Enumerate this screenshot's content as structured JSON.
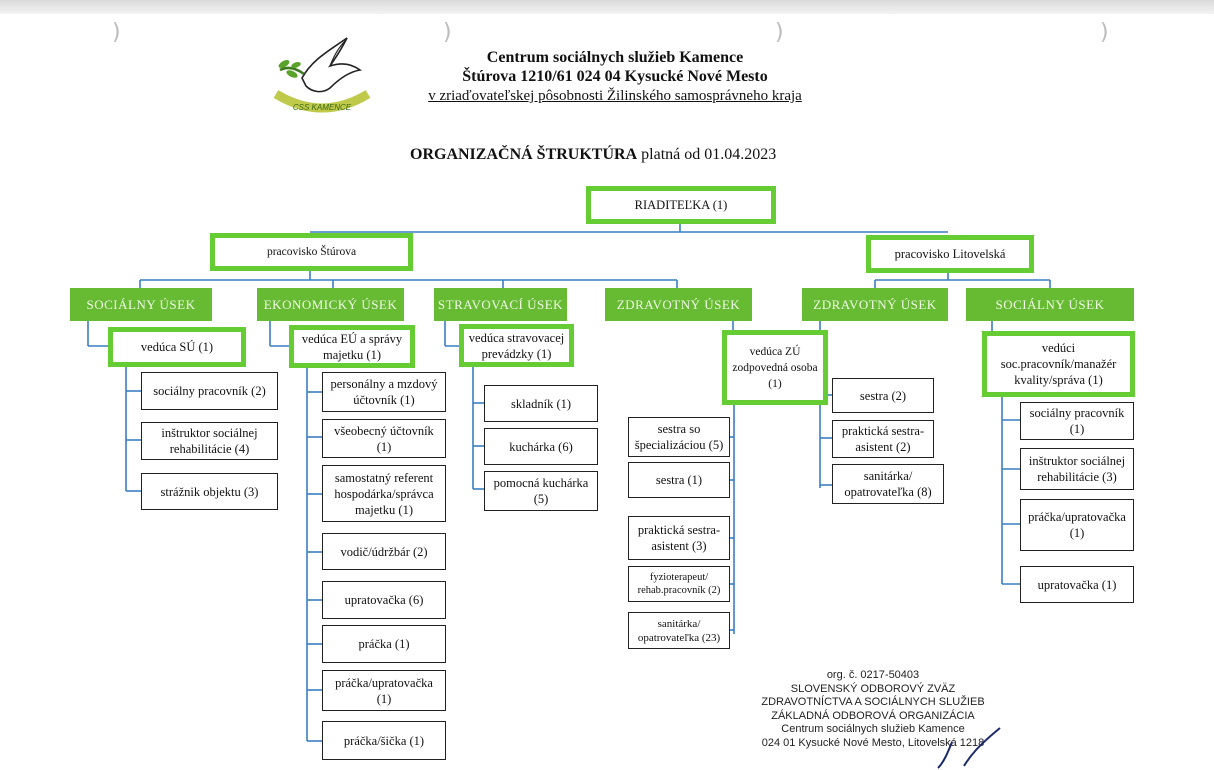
{
  "header": {
    "organization": "Centrum sociálnych služieb Kamence",
    "address": "Štúrova 1210/61  024 04 Kysucké Nové Mesto",
    "founder": "v zriaďovateľskej pôsobnosti Žilinského samosprávneho kraja"
  },
  "title": {
    "bold": "ORGANIZAČNÁ ŠTRUKTÚRA",
    "rest": " platná od 01.04.2023"
  },
  "director": "RIADITEĽKA (1)",
  "sites": {
    "left": "pracovisko Štúrova",
    "right": "pracovisko Litovelská"
  },
  "sections": [
    "SOCIÁLNY ÚSEK",
    "EKONOMICKÝ ÚSEK",
    "STRAVOVACÍ ÚSEK",
    "ZDRAVOTNÝ ÚSEK",
    "ZDRAVOTNÝ ÚSEK",
    "SOCIÁLNY ÚSEK"
  ],
  "heads": {
    "su": "vedúca SÚ (1)",
    "eu": "vedúca EÚ a správy majetku (1)",
    "str": "vedúca stravovacej prevádzky (1)",
    "zu": "vedúca ZÚ zodpovedná osoba (1)",
    "su2": "vedúci soc.pracovník/manažér kvality/správa (1)"
  },
  "social_left": [
    "sociálny pracovník (2)",
    "inštruktor sociálnej rehabilitácie (4)",
    "strážnik objektu  (3)"
  ],
  "economic": [
    "personálny a mzdový účtovník (1)",
    "všeobecný účtovník (1)",
    "samostatný referent hospodárka/správca majetku (1)",
    "vodič/údržbár (2)",
    "upratovačka (6)",
    "práčka (1)",
    "práčka/upratovačka (1)",
    "práčka/šička (1)"
  ],
  "catering": [
    "skladník (1)",
    "kuchárka (6)",
    "pomocná kuchárka (5)"
  ],
  "health_left": [
    "sestra so špecializáciou (5)",
    "sestra (1)",
    "praktická sestra-asistent (3)",
    "fyzioterapeut/ rehab.pracovník (2)",
    "sanitárka/ opatrovateľka (23)"
  ],
  "health_right": [
    "sestra (2)",
    "praktická sestra-asistent (2)",
    "sanitárka/ opatrovateľka (8)"
  ],
  "social_right": [
    "sociálny pracovník (1)",
    "inštruktor sociálnej rehabilitácie (3)",
    "práčka/upratovačka (1)",
    "upratovačka (1)"
  ],
  "stamp": [
    "org. č. 0217-50403",
    "SLOVENSKÝ ODBOROVÝ ZVÄZ",
    "ZDRAVOTNÍCTVA A SOCIÁLNYCH SLUŽIEB",
    "ZÁKLADNÁ ODBOROVÁ ORGANIZÁCIA",
    "Centrum sociálnych služieb Kamence",
    "024 01 Kysucké Nové Mesto, Litovelská 1218"
  ],
  "logo_text": "CSS KAMENCE",
  "colors": {
    "green": "#66cc33",
    "section": "#66bb33",
    "line": "#3a7fc1"
  }
}
